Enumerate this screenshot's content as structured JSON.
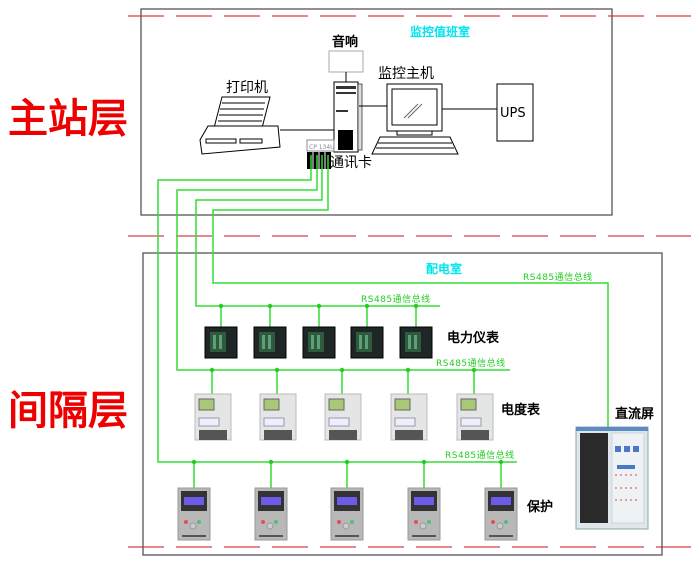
{
  "layers": {
    "master": "主站层",
    "bay": "间隔层"
  },
  "rooms": {
    "control_room": "监控值班室",
    "distribution_room": "配电室"
  },
  "master_devices": {
    "speaker": "音响",
    "host": "监控主机",
    "printer": "打印机",
    "ups": "UPS",
    "comm_card": "通讯卡",
    "card_model": "CP 134U"
  },
  "bay_devices": {
    "power_meter": "电力仪表",
    "energy_meter": "电度表",
    "protection": "保护",
    "dc_panel": "直流屏"
  },
  "buses": {
    "dc_bus": "RS485通信总线",
    "power_meter_bus": "RS485通信总线",
    "energy_meter_bus": "RS485通信总线",
    "protection_bus": "RS485通信总线"
  },
  "device_counts": {
    "power_meter": 5,
    "energy_meter": 5,
    "protection": 5
  },
  "colors": {
    "layer_text": "#ee0000",
    "room_text": "#00e5ee",
    "bus_line": "#33dd33",
    "divider": "#d84040"
  }
}
